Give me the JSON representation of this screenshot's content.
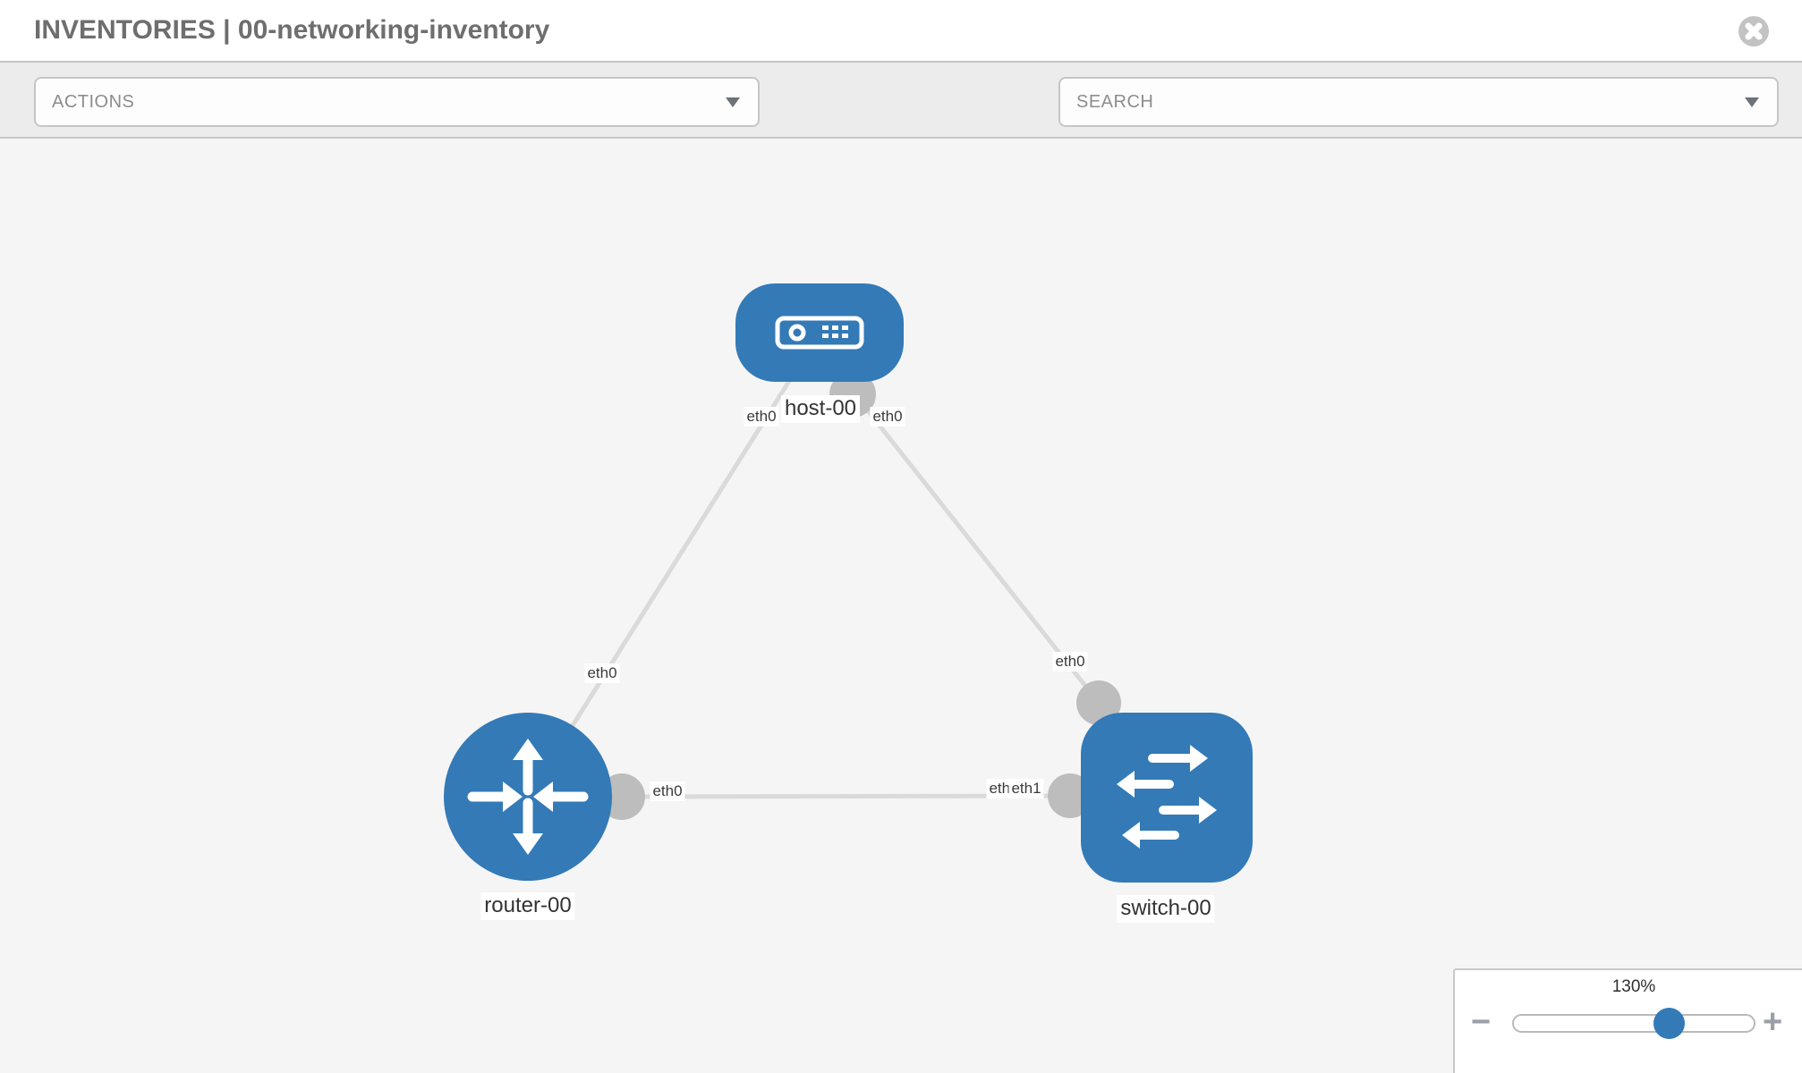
{
  "header": {
    "title": "INVENTORIES | 00-networking-inventory"
  },
  "toolbar": {
    "actions": {
      "label": "ACTIONS"
    },
    "search": {
      "label": "SEARCH"
    },
    "icons": [
      "wrench-icon",
      "key-icon"
    ]
  },
  "topology": {
    "nodes": [
      {
        "label": "host-00",
        "type": "host"
      },
      {
        "label": "router-00",
        "type": "router"
      },
      {
        "label": "switch-00",
        "type": "switch"
      }
    ],
    "links": [
      {
        "from": "host-00",
        "to": "router-00",
        "from_interface": "eth0",
        "to_interface": "eth0"
      },
      {
        "from": "host-00",
        "to": "switch-00",
        "from_interface": "eth0",
        "to_interface": "eth0"
      },
      {
        "from": "router-00",
        "to": "switch-00",
        "from_interface": "eth0",
        "to_interface": "eth1",
        "to_interface_overlapping": "eth0"
      }
    ]
  },
  "zoom": {
    "level": "130%",
    "minus": "−",
    "plus": "+"
  },
  "colors": {
    "node_blue": "#337ab7",
    "link_gray": "#dadada",
    "connector_gray": "#bdbdbd",
    "canvas_bg": "#f5f5f5",
    "toolbar_bg": "#ececec"
  }
}
